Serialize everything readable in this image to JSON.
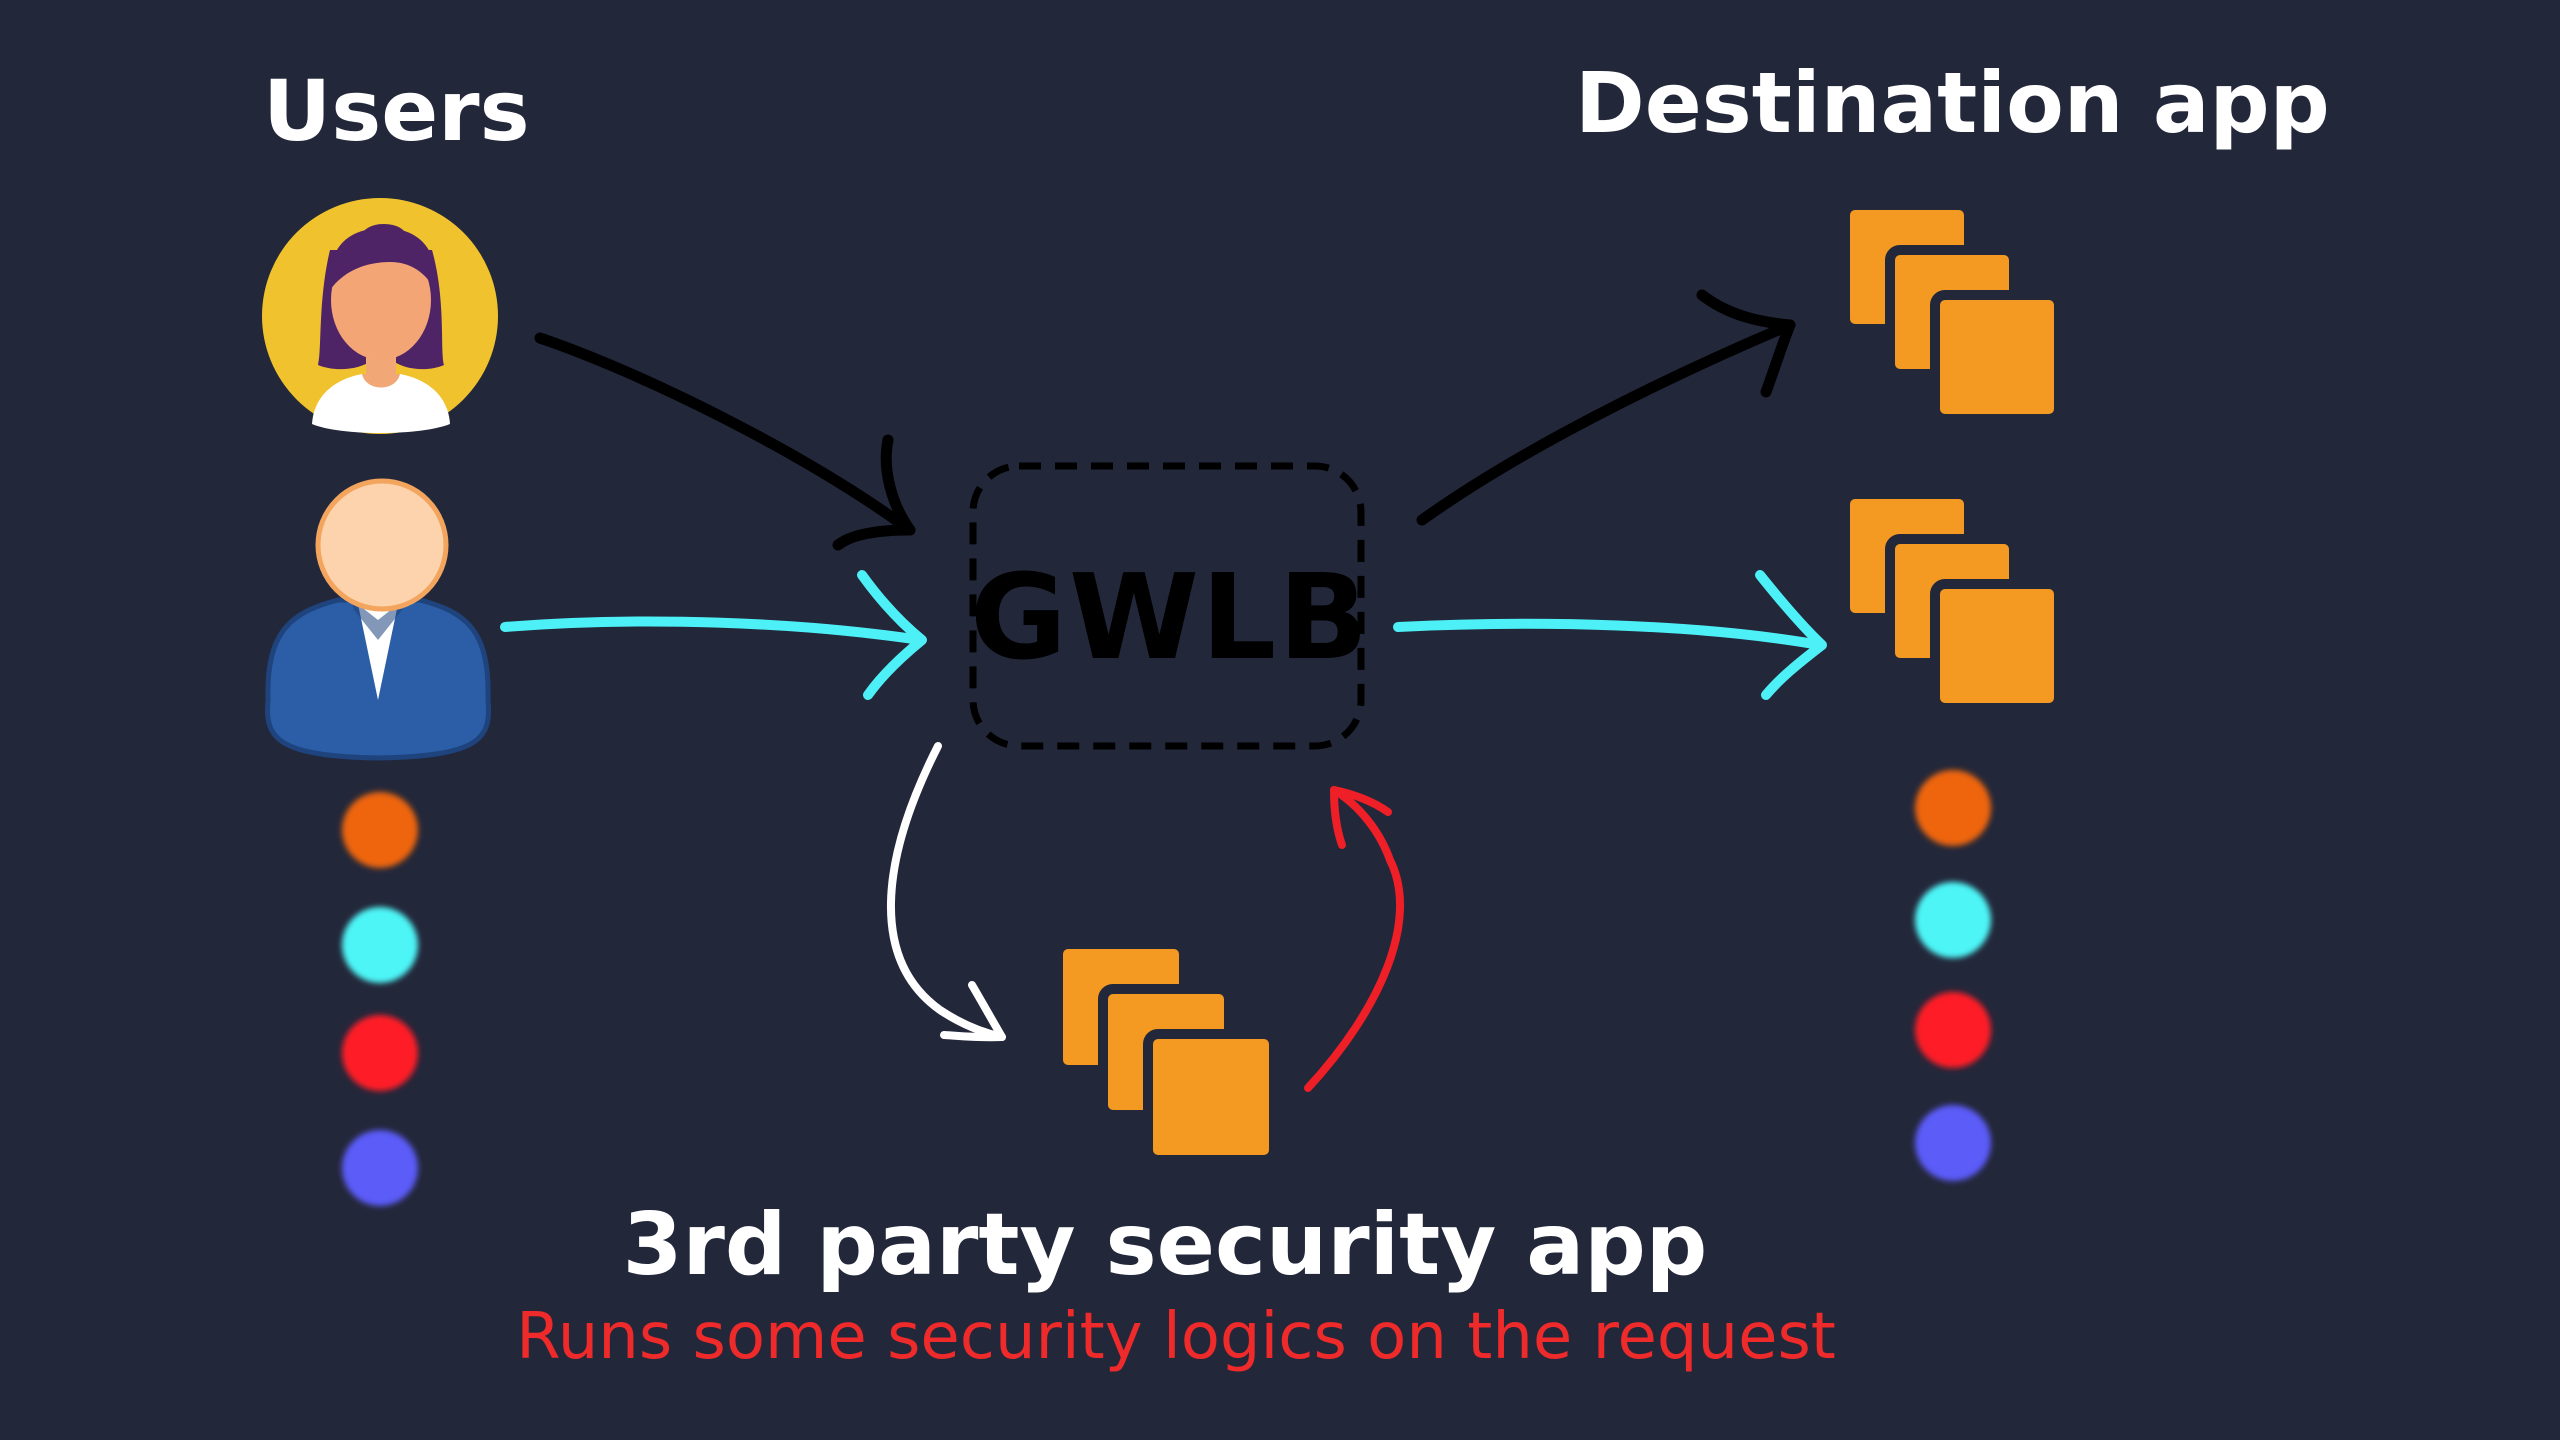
{
  "labels": {
    "users": "Users",
    "destination": "Destination app",
    "gateway": "GWLB",
    "security_app": "3rd party security app",
    "security_description": "Runs some security logics on the request"
  },
  "icons": {
    "user_female": "woman-avatar-icon",
    "user_male": "businessman-avatar-icon",
    "app_stack": "stacked-squares-instances-icon"
  },
  "colors": {
    "background": "#23273a",
    "instance_orange": "#f49a22",
    "cyan_flow": "#4ef0f7",
    "black_flow": "#000000",
    "white_flow": "#ffffff",
    "red_flow": "#ee1f26",
    "subtitle_red": "#ee2a2a",
    "dot_orange": "#ee650a",
    "dot_cyan": "#4ef5f7",
    "dot_red": "#fe1f27",
    "dot_blue": "#5b5cf9"
  },
  "legend_dots": {
    "left": [
      "dot_orange",
      "dot_cyan",
      "dot_red",
      "dot_blue"
    ],
    "right": [
      "dot_orange",
      "dot_cyan",
      "dot_red",
      "dot_blue"
    ]
  }
}
